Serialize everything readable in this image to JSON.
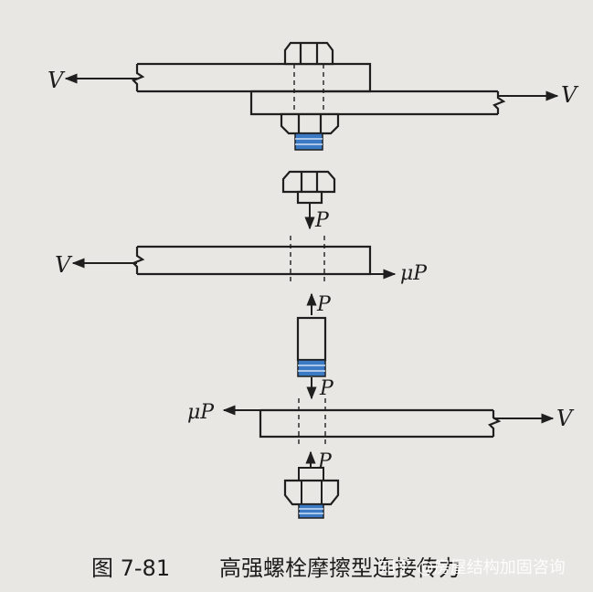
{
  "labels": {
    "V": "V",
    "P": "P",
    "muP": "μP"
  },
  "caption": {
    "number": "图 7-81",
    "title": "高强螺栓摩擦型连接传力"
  },
  "watermark": "知乎 @房屋结构加固咨询",
  "colors": {
    "line": "#1f1f1f",
    "bolt_blue": "#3b79c4",
    "background": "#e9e7e3"
  }
}
